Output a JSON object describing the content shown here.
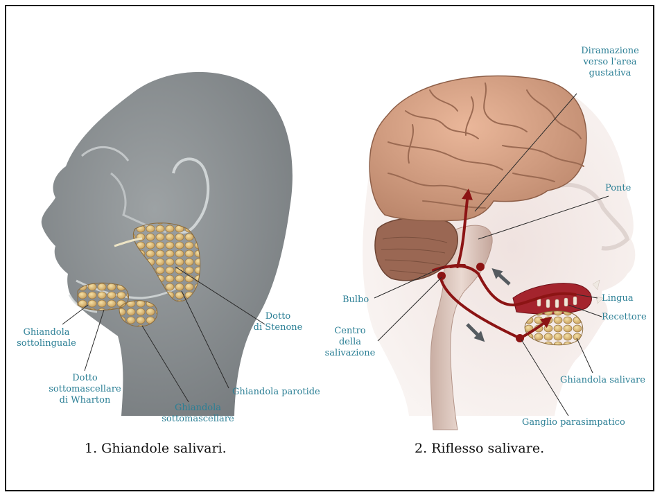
{
  "figures": [
    {
      "caption": "1. Ghiandole salivari.",
      "labels": [
        {
          "id": "dotto-stenone",
          "text": "Dotto\ndi Stenone"
        },
        {
          "id": "ghiandola-sottolinguale",
          "text": "Ghiandola\nsottolinguale"
        },
        {
          "id": "dotto-wharton",
          "text": "Dotto\nsottomascellare\ndi Wharton"
        },
        {
          "id": "ghiandola-sottomascellare",
          "text": "Ghiandola\nsottomascellare"
        },
        {
          "id": "ghiandola-parotide",
          "text": "Ghiandola parotide"
        }
      ]
    },
    {
      "caption": "2. Riflesso salivare.",
      "labels": [
        {
          "id": "diramazione",
          "text": "Diramazione\nverso l'area\ngustativa"
        },
        {
          "id": "ponte",
          "text": "Ponte"
        },
        {
          "id": "bulbo",
          "text": "Bulbo"
        },
        {
          "id": "centro-salivazione",
          "text": "Centro\ndella\nsalivazione"
        },
        {
          "id": "lingua",
          "text": "Lingua"
        },
        {
          "id": "recettore",
          "text": "Recettore"
        },
        {
          "id": "ghiandola-salivare",
          "text": "Ghiandola salivare"
        },
        {
          "id": "ganglio",
          "text": "Ganglio parasimpatico"
        }
      ]
    }
  ],
  "colors": {
    "label": "#2b7f95",
    "head_gray": "#878c8f",
    "brain": "#d8a489",
    "nerve": "#8c1414",
    "gland": "#e6c987"
  }
}
